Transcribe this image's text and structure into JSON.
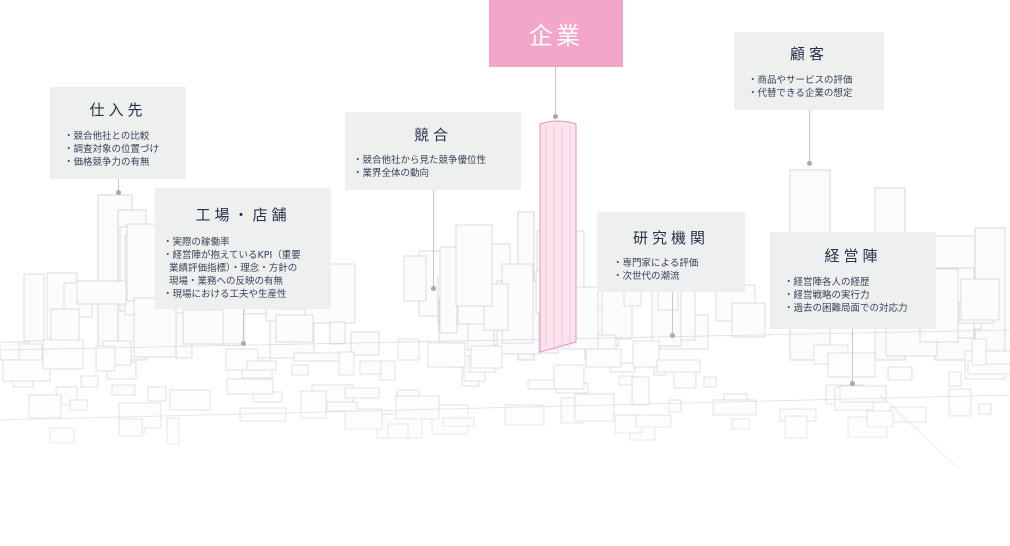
{
  "center": {
    "title": "企業"
  },
  "cards": [
    {
      "key": "suppliers",
      "title": "仕入先",
      "items": [
        "競合他社との比較",
        "調査対象の位置づけ",
        "価格競争力の有無"
      ]
    },
    {
      "key": "factory",
      "title": "工場・店舗",
      "items": [
        "実際の稼働率",
        "経営陣が抱えているKPI（重要\n業績評価指標）・理念・方針の\n現場・業務への反映の有無",
        "現場における工夫や生産性"
      ]
    },
    {
      "key": "competition",
      "title": "競合",
      "items": [
        "競合他社から見た競争優位性",
        "業界全体の動向"
      ]
    },
    {
      "key": "research",
      "title": "研究機関",
      "items": [
        "専門家による評価",
        "次世代の潮流"
      ]
    },
    {
      "key": "customers",
      "title": "顧客",
      "items": [
        "商品やサービスの評価",
        "代替できる企業の想定"
      ]
    },
    {
      "key": "management",
      "title": "経営陣",
      "items": [
        "経営陣各人の経歴",
        "経営戦略の実行力",
        "過去の困難局面での対応力"
      ]
    }
  ],
  "colors": {
    "accent": "#f4a6c8",
    "card_bg": "#eef0f0",
    "text": "#2a2f4a",
    "line": "#c8c8c8"
  }
}
